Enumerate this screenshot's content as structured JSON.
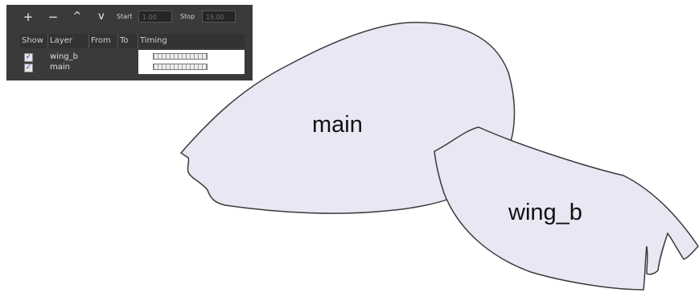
{
  "toolbar": {
    "add_icon": "plus-icon",
    "remove_icon": "minus-icon",
    "up_icon": "caret-up-icon",
    "down_icon": "caret-down-icon",
    "start_label": "Start",
    "start_value": "1.00",
    "stop_label": "Stop",
    "stop_value": "15.00"
  },
  "table": {
    "columns": [
      "Show",
      "Layer",
      "From",
      "To",
      "Timing"
    ],
    "rows": [
      {
        "show": true,
        "layer": "wing_b"
      },
      {
        "show": true,
        "layer": "main"
      }
    ]
  },
  "canvas": {
    "fill_color": "#e8e8f4",
    "stroke_color": "#3a3a3a",
    "shapes": [
      {
        "label": "main"
      },
      {
        "label": "wing_b"
      }
    ]
  }
}
